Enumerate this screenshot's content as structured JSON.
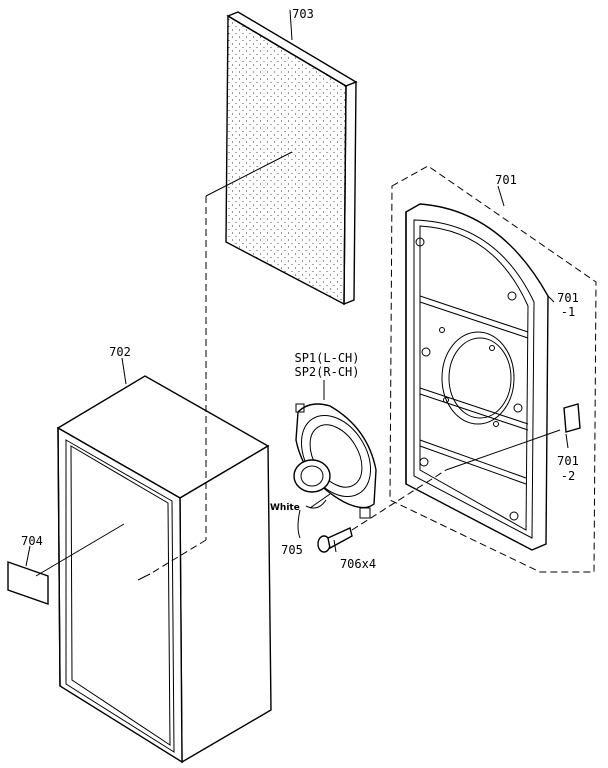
{
  "labels": {
    "p703": "703",
    "p701": "701",
    "p701_1a": "701",
    "p701_1b": "-1",
    "p701_2a": "701",
    "p701_2b": "-2",
    "p702": "702",
    "p704": "704",
    "p705": "705",
    "p706": "706x4",
    "sp1": "SP1(L-CH)",
    "sp2": "SP2(R-CH)",
    "white": "White"
  }
}
